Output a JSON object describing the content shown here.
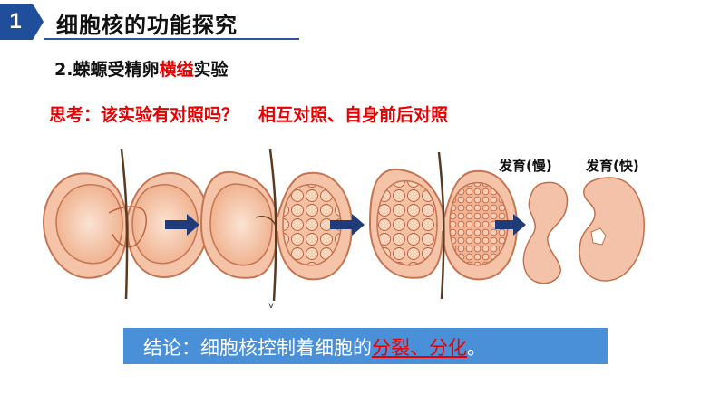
{
  "header": {
    "number": "1",
    "title": "细胞核的功能探究"
  },
  "subtitle": {
    "prefix": "2.蝾螈受精卵",
    "highlight": "横缢",
    "suffix": "实验"
  },
  "question": {
    "text": "思考：该实验有对照吗？",
    "answer": "相互对照、自身前后对照"
  },
  "labels": {
    "slow": "发育(慢)",
    "fast": "发育(快)"
  },
  "conclusion": {
    "prefix": "结论：细胞核控制着细胞的",
    "highlight": "分裂、分化",
    "suffix": "。"
  },
  "colors": {
    "accent_blue": "#1f4e9a",
    "conclusion_bg": "#4a90d9",
    "highlight_red": "#e60000",
    "embryo_fill": "#f4c2a8",
    "embryo_outline": "#c0704a"
  }
}
